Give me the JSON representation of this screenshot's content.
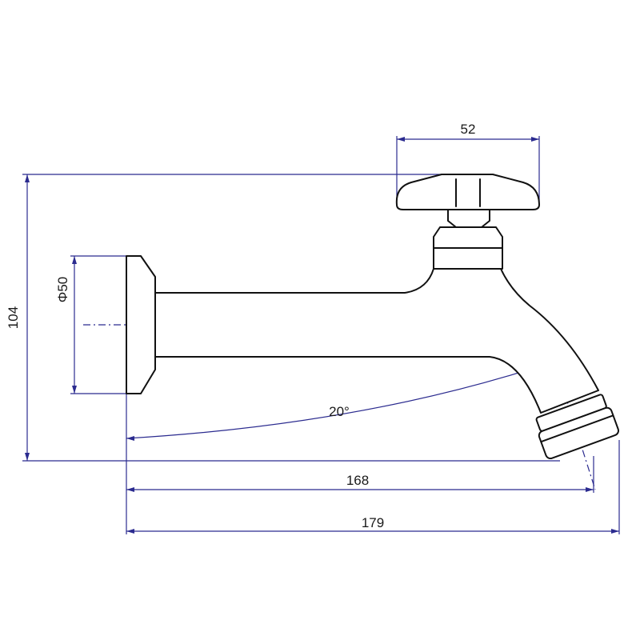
{
  "drawing": {
    "dimensions": {
      "knob_width": "52",
      "total_height": "104",
      "flange_diameter": "Φ50",
      "spout_angle": "20°",
      "length_to_spout": "168",
      "total_length": "179"
    },
    "colors": {
      "outline": "#111111",
      "dimension_lines": "#2b2b8f",
      "background": "#ffffff"
    }
  }
}
